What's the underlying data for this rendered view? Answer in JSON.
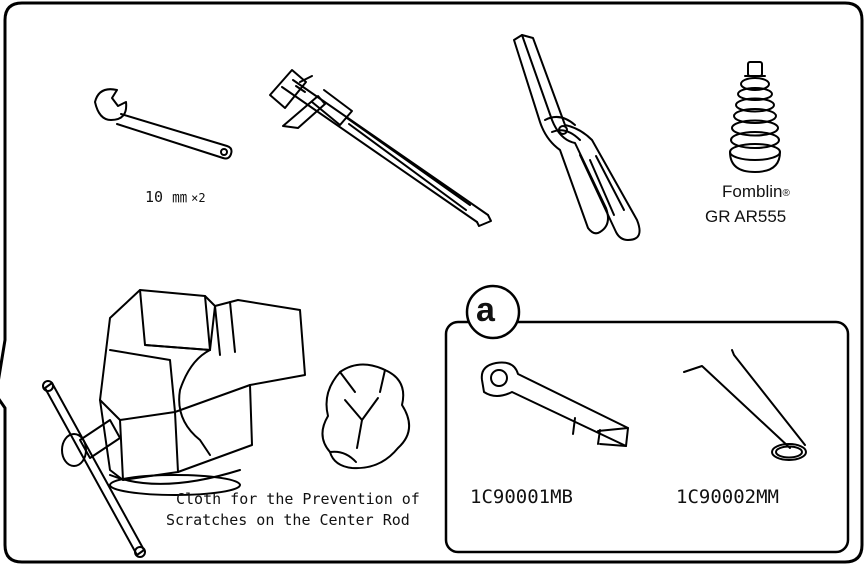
{
  "diagram": {
    "group_marker": "a",
    "items": {
      "wrench": {
        "size": "10 ㎜",
        "qty": "×2"
      },
      "grease": {
        "brand": "Fomblin",
        "brand_mark": "®",
        "grade": "GR AR555"
      },
      "cloth": {
        "line1": "Cloth for the Prevention of",
        "line2": "Scratches on the Center Rod"
      },
      "special_tool_1": {
        "part_number": "1C90001MB"
      },
      "special_tool_2": {
        "part_number": "1C90002MM"
      }
    }
  }
}
